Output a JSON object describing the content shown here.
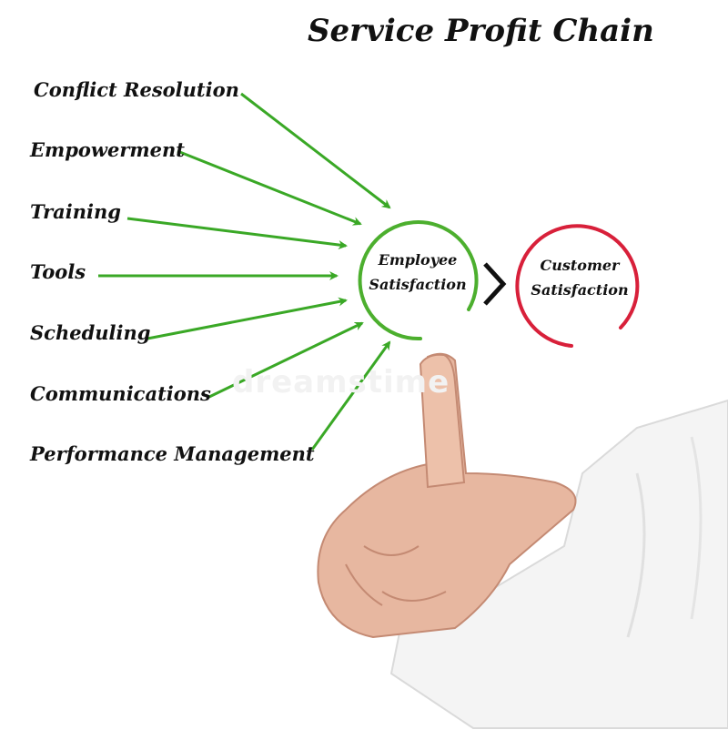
{
  "title": "Service Profit Chain",
  "factors": [
    {
      "label": "Conflict Resolution"
    },
    {
      "label": "Empowerment"
    },
    {
      "label": "Training"
    },
    {
      "label": "Tools"
    },
    {
      "label": "Scheduling"
    },
    {
      "label": "Communications"
    },
    {
      "label": "Performance Management"
    }
  ],
  "employee": {
    "line1": "Employee",
    "line2": "Satisfaction"
  },
  "customer": {
    "line1": "Customer",
    "line2": "Satisfaction"
  },
  "watermark": "dreamstime",
  "colors": {
    "arrow": "#3aa826",
    "employee_ring": "#4caf2e",
    "customer_ring": "#d8203a",
    "text": "#111111"
  }
}
